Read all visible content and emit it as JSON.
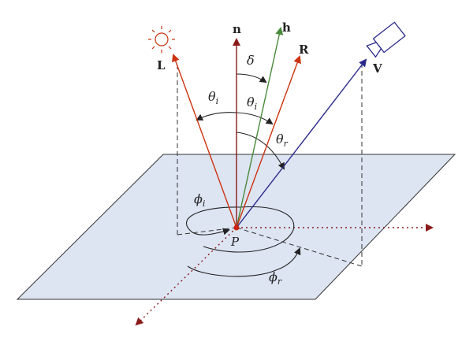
{
  "colors": {
    "plane_fill": "#dde5f3",
    "plane_stroke": "#333333",
    "normal": "#8b1a1a",
    "light": "#cc3311",
    "reflect": "#cc3311",
    "halfway": "#4a8a3c",
    "view": "#2b2a8a",
    "axis_dotted": "#8b1a1a",
    "point": "#cc2211",
    "ink": "#222222"
  },
  "labels": {
    "normal": "n",
    "halfway": "h",
    "reflect": "R",
    "light": "L",
    "view": "V",
    "point": "P",
    "delta": "δ",
    "theta": "θ",
    "phi": "ϕ",
    "sub_i": "i",
    "sub_r": "r"
  },
  "icons": {
    "light_source": "sun-icon",
    "camera": "camera-icon"
  }
}
